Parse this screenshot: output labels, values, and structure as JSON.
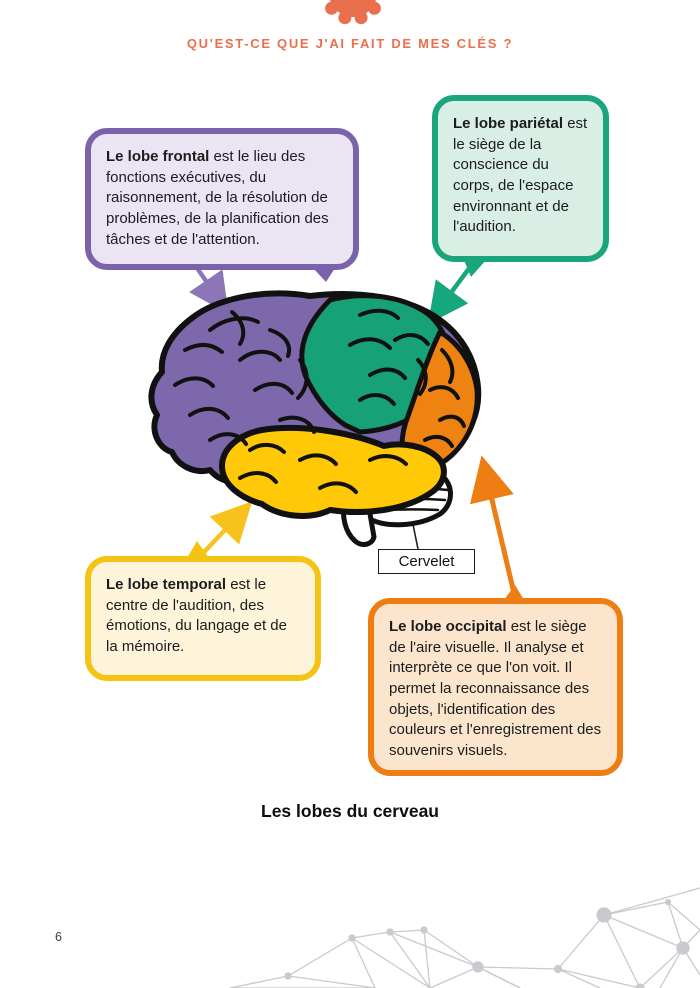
{
  "header": {
    "title": "QU'EST-CE QUE J'AI FAIT DE MES CLÉS ?"
  },
  "decor": {
    "gear_icon": "gear-icon",
    "network_icon": "network-nodes-decoration",
    "accent_color": "#e96f4d"
  },
  "callouts": {
    "frontal": {
      "lead": "Le lobe frontal",
      "text": " est le lieu des fonctions exécutives, du raisonnement, de la résolution de problèmes, de la planification des tâches et de l'attention.",
      "border_color": "#7a63ab",
      "fill_color": "#eae4f3"
    },
    "parietal": {
      "lead": "Le lobe pariétal",
      "text": " est le siège de la conscience du corps, de l'espace environnant et de l'audition.",
      "border_color": "#1ba57d",
      "fill_color": "#d9eee4"
    },
    "temporal": {
      "lead": "Le lobe temporal",
      "text": " est le centre de l'audition, des émotions, du langage et de la mémoire.",
      "border_color": "#f5c313",
      "fill_color": "#fdf4da"
    },
    "occipital": {
      "lead": "Le lobe occipital",
      "text": " est le siège de l'aire visuelle. Il analyse et interprète ce que l'on voit. Il permet la reconnaissance des objets, l'identification des couleurs et l'enregistrement des souvenirs visuels.",
      "border_color": "#ee7d14",
      "fill_color": "#fbe5cd"
    }
  },
  "brain": {
    "lobe_colors": {
      "frontal": "#7d68ac",
      "parietal": "#17a176",
      "occipital": "#ee8312",
      "temporal": "#ffc907",
      "cerebellum": "#ffffff",
      "outline": "#111111"
    },
    "cerebellum_label": "Cervelet"
  },
  "caption": "Les lobes du cerveau",
  "page_number": "6"
}
